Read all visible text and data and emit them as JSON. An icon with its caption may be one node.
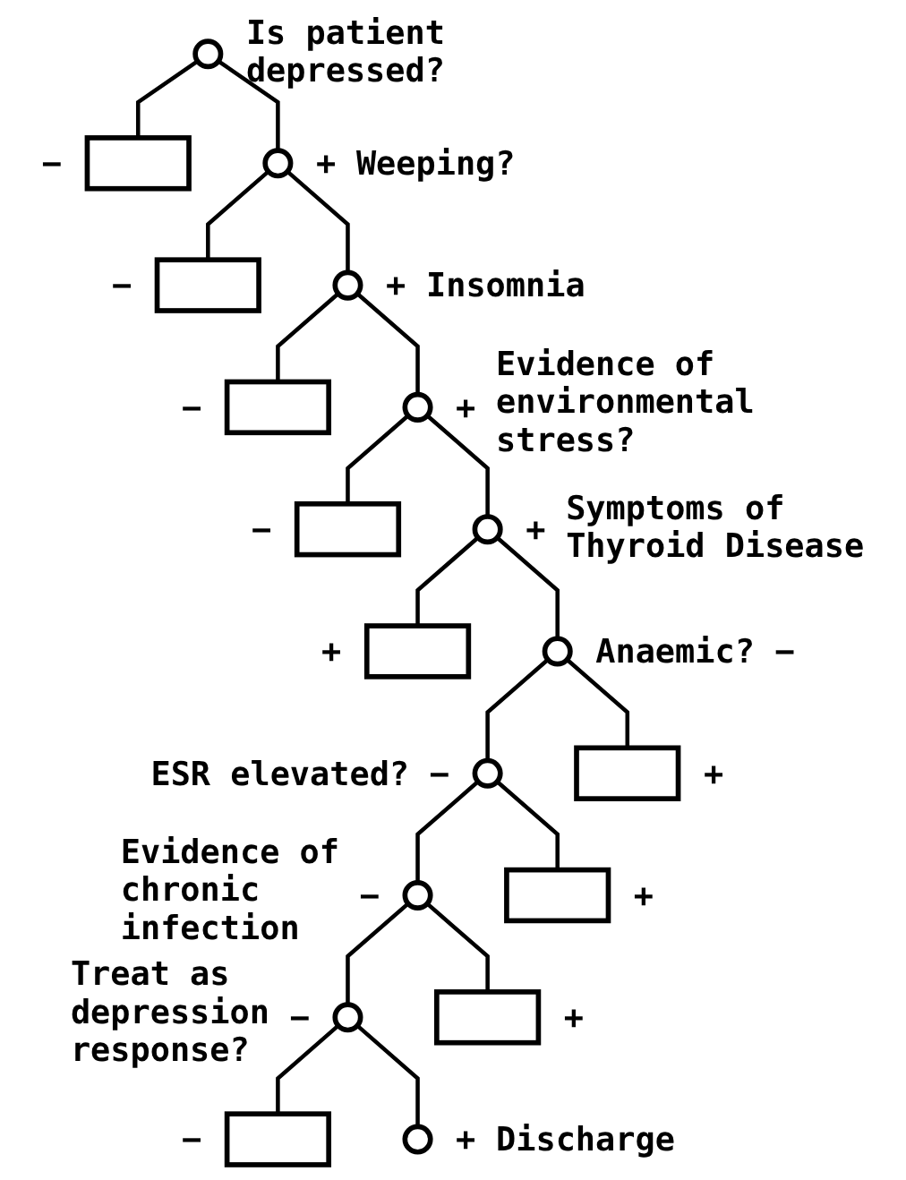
{
  "diagram": {
    "nodes": [
      {
        "text": [],
        "shape": "circle",
        "beside": [
          "Is patient depressed?"
        ]
      },
      {
        "text": [],
        "shape": "box",
        "beside": [
          "−"
        ]
      },
      {
        "text": [],
        "shape": "circle",
        "beside": [
          "+",
          "Weeping?"
        ]
      },
      {
        "text": [],
        "shape": "box",
        "beside": [
          "−"
        ]
      },
      {
        "text": [],
        "shape": "circle",
        "beside": [
          "+",
          "Insomnia"
        ]
      },
      {
        "text": [],
        "shape": "box",
        "beside": [
          "−"
        ]
      },
      {
        "text": [],
        "shape": "circle",
        "beside": [
          "+",
          "Evidence of environmental stress?"
        ]
      },
      {
        "text": [],
        "shape": "box",
        "beside": [
          "−"
        ]
      },
      {
        "text": [],
        "shape": "circle",
        "beside": [
          "+",
          "Symptoms of Thyroid Disease"
        ]
      },
      {
        "text": [],
        "shape": "box",
        "beside": [
          "+"
        ]
      },
      {
        "text": [],
        "shape": "circle",
        "beside": [
          "Anaemic?",
          "−"
        ]
      },
      {
        "text": [],
        "shape": "circle",
        "beside": [
          "ESR elevated?",
          "−"
        ]
      },
      {
        "text": [],
        "shape": "box",
        "beside": [
          "+"
        ]
      },
      {
        "text": [],
        "shape": "circle",
        "beside": [
          "Evidence of chronic infection",
          "−"
        ]
      },
      {
        "text": [],
        "shape": "box",
        "beside": [
          "+"
        ]
      },
      {
        "text": [],
        "shape": "circle",
        "beside": [
          "Treat as depression response?",
          "−"
        ]
      },
      {
        "text": [],
        "shape": "box",
        "beside": [
          "+"
        ]
      },
      {
        "text": [],
        "shape": "box",
        "beside": [
          "−"
        ]
      },
      {
        "text": [],
        "shape": "circle",
        "beside": [
          "+",
          "Discharge"
        ]
      }
    ],
    "edges": [
      {
        "from": 0,
        "to": 1,
        "arrow": "none"
      },
      {
        "from": 0,
        "to": 2,
        "arrow": "none"
      },
      {
        "from": 2,
        "to": 3,
        "arrow": "none"
      },
      {
        "from": 2,
        "to": 4,
        "arrow": "none"
      },
      {
        "from": 4,
        "to": 5,
        "arrow": "none"
      },
      {
        "from": 4,
        "to": 6,
        "arrow": "none"
      },
      {
        "from": 6,
        "to": 7,
        "arrow": "none"
      },
      {
        "from": 6,
        "to": 8,
        "arrow": "none"
      },
      {
        "from": 8,
        "to": 10,
        "arrow": "none"
      },
      {
        "from": 8,
        "to": 9,
        "arrow": "none"
      },
      {
        "from": 10,
        "to": 11,
        "arrow": "none"
      },
      {
        "from": 10,
        "to": 12,
        "arrow": "none"
      },
      {
        "from": 11,
        "to": 13,
        "arrow": "none"
      },
      {
        "from": 11,
        "to": 14,
        "arrow": "none"
      },
      {
        "from": 13,
        "to": 15,
        "arrow": "none"
      },
      {
        "from": 13,
        "to": 16,
        "arrow": "none"
      },
      {
        "from": 15,
        "to": 17,
        "arrow": "none"
      },
      {
        "from": 15,
        "to": 18,
        "arrow": "none"
      }
    ]
  }
}
